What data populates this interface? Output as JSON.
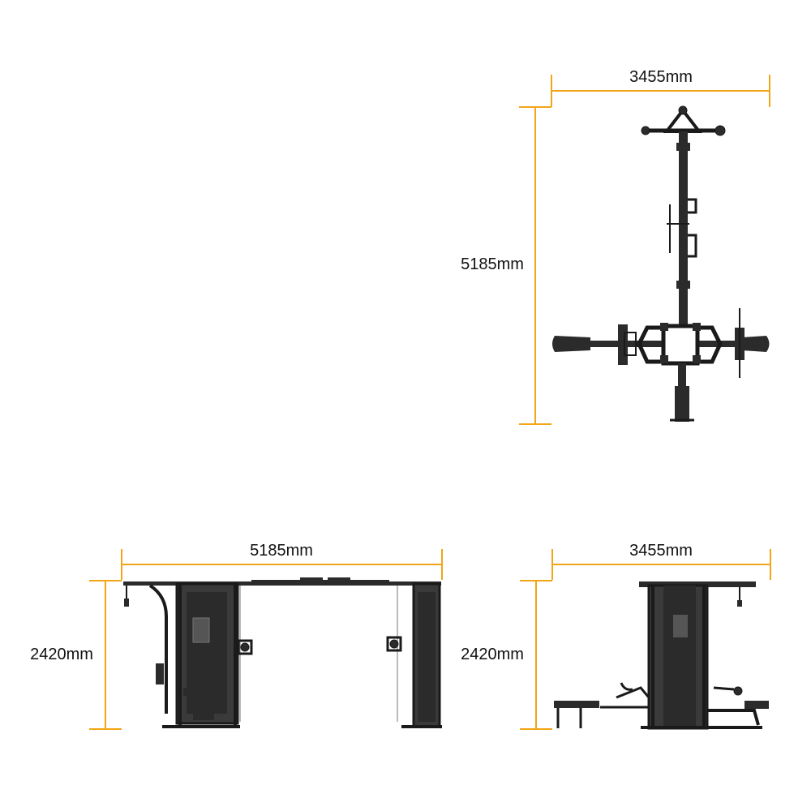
{
  "colors": {
    "dimension_line": "#F2A516",
    "machine_dark": "#2b2b2b",
    "machine_frame": "#1a1a1a",
    "weight_stack": "#3a3a3a",
    "background": "#ffffff"
  },
  "top_view": {
    "width_label": "3455mm",
    "depth_label": "5185mm"
  },
  "front_view": {
    "width_label": "5185mm",
    "height_label": "2420mm"
  },
  "side_view": {
    "width_label": "3455mm",
    "height_label": "2420mm"
  }
}
